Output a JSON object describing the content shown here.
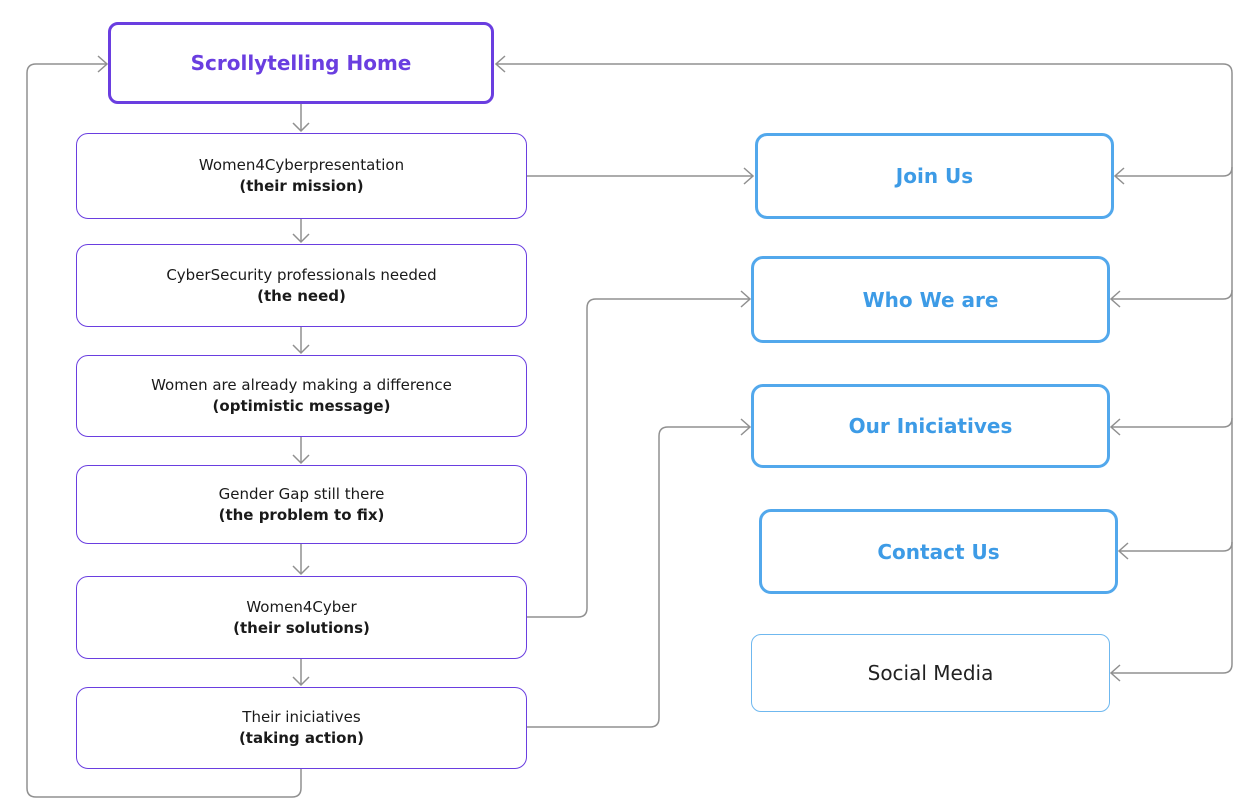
{
  "home": {
    "label": "Scrollytelling Home"
  },
  "steps": [
    {
      "title": "Women4Cyberpresentation",
      "subtitle": "(their mission)"
    },
    {
      "title": "CyberSecurity professionals needed",
      "subtitle": "(the need)"
    },
    {
      "title": "Women are already making a difference",
      "subtitle": "(optimistic message)"
    },
    {
      "title": "Gender Gap still there",
      "subtitle": "(the problem to fix)"
    },
    {
      "title": "Women4Cyber",
      "subtitle": "(their solutions)"
    },
    {
      "title": "Their iniciatives",
      "subtitle": "(taking action)"
    }
  ],
  "pages": {
    "join_us": "Join Us",
    "who_we_are": "Who We are",
    "our_iniciatives": "Our Iniciatives",
    "contact_us": "Contact Us",
    "social_media": "Social Media"
  },
  "colors": {
    "home_accent": "#6a3ee0",
    "page_accent": "#3d9be6",
    "connector": "#909090"
  }
}
